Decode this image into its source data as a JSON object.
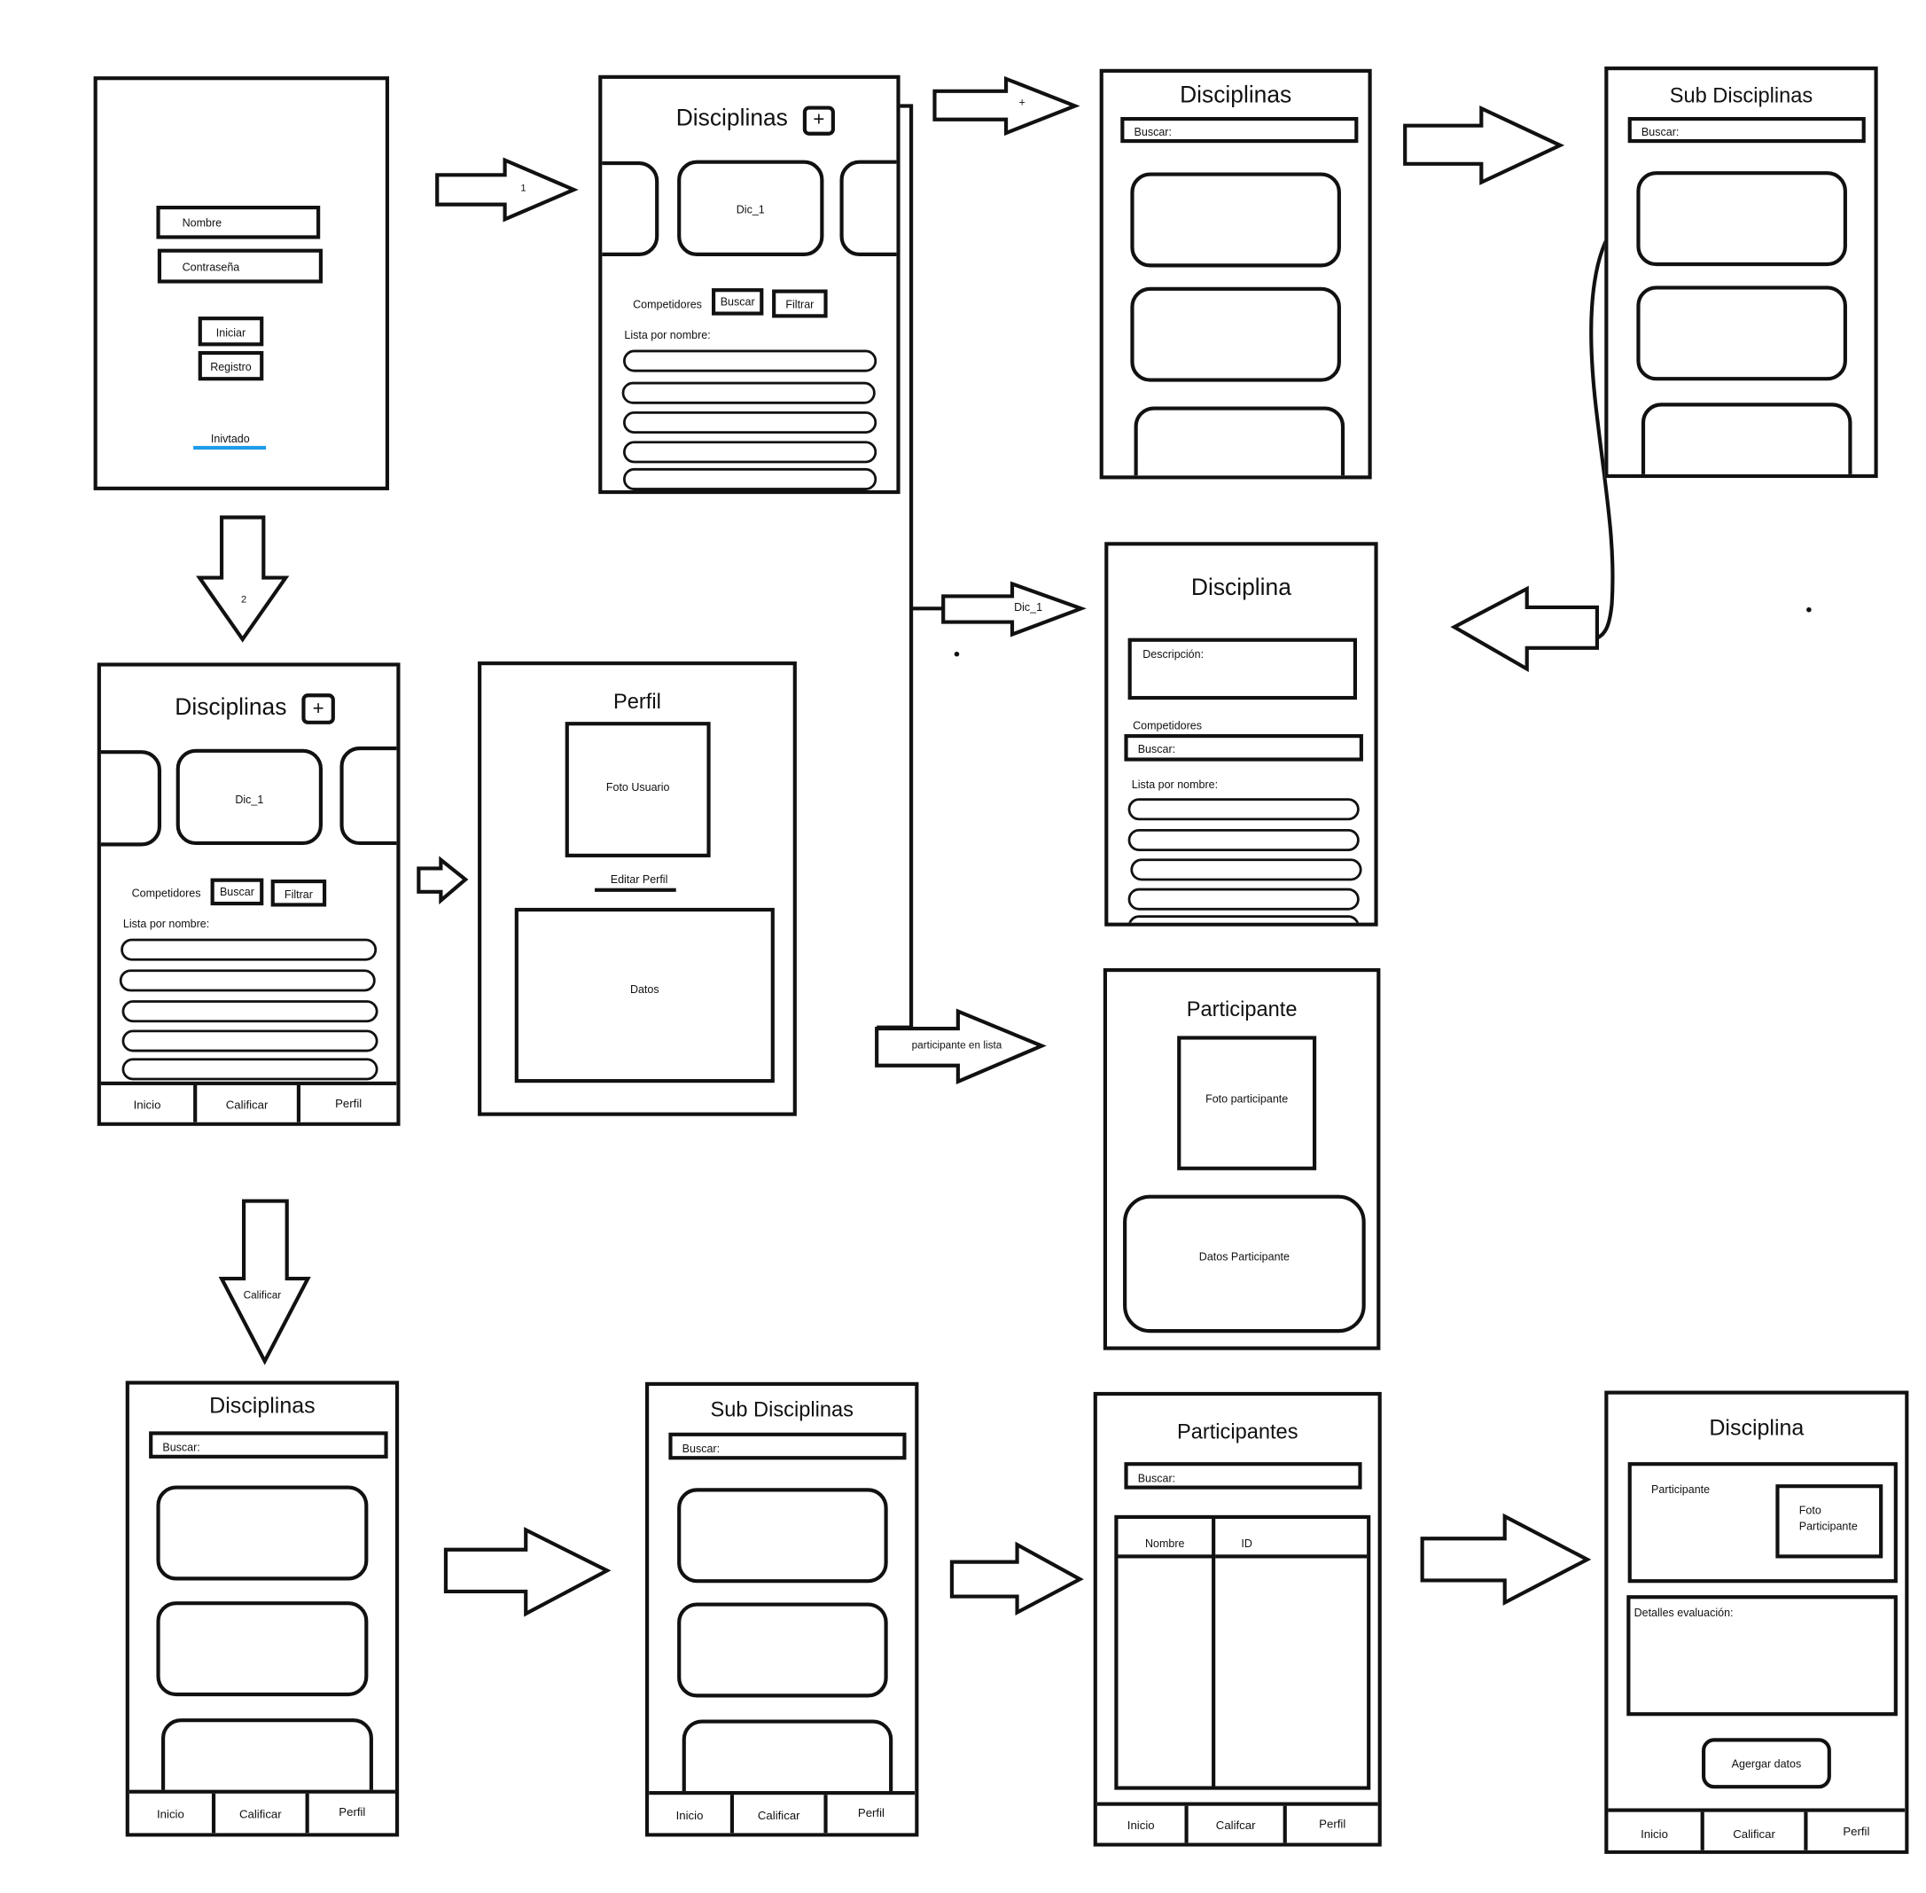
{
  "login": {
    "nombre": "Nombre",
    "contrasena": "Contraseña",
    "iniciar": "Iniciar",
    "registro": "Registro",
    "invitado": "Inivtado"
  },
  "disciplinas_main": {
    "title": "Disciplinas",
    "add": "+",
    "card": "Dic_1",
    "competidores": "Competidores",
    "buscar": "Buscar",
    "filtrar": "Filtrar",
    "lista": "Lista por nombre:"
  },
  "arrows": {
    "a1": "1",
    "a2": "2",
    "plus": "+",
    "dic": "Dic_1",
    "participante": "participante en lista",
    "calificar": "Calificar"
  },
  "disciplinas_search": {
    "title": "Disciplinas",
    "buscar": "Buscar:"
  },
  "sub_disciplinas": {
    "title": "Sub Disciplinas",
    "buscar": "Buscar:"
  },
  "disciplina_detail": {
    "title": "Disciplina",
    "descripcion": "Descripción:",
    "competidores": "Competidores",
    "buscar": "Buscar:",
    "lista": "Lista por nombre:"
  },
  "perfil": {
    "title": "Perfil",
    "foto": "Foto Usuario",
    "editar": "Editar Perfil",
    "datos": "Datos"
  },
  "participante": {
    "title": "Participante",
    "foto": "Foto participante",
    "datos": "Datos Participante"
  },
  "participantes": {
    "title": "Participantes",
    "buscar": "Buscar:",
    "col_nombre": "Nombre",
    "col_id": "ID"
  },
  "evaluacion": {
    "title": "Disciplina",
    "participante": "Participante",
    "foto": "Foto Participante",
    "detalles": "Detalles evaluación:",
    "agregar": "Agergar datos"
  },
  "nav": {
    "inicio": "Inicio",
    "calificar": "Calificar",
    "calificar_typo": "Califcar",
    "perfil": "Perfil"
  }
}
